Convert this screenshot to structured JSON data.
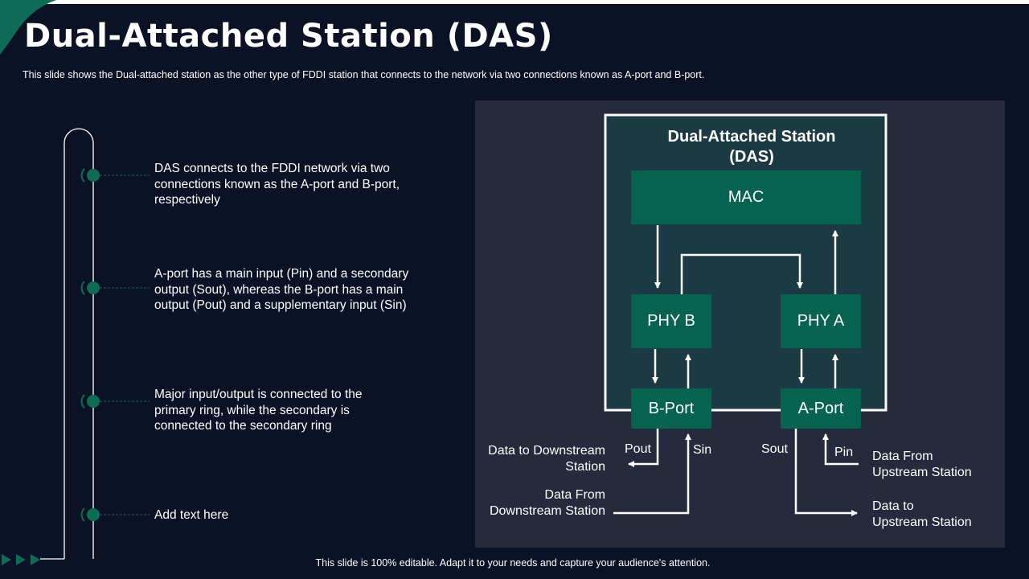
{
  "slide": {
    "title": "Dual-Attached Station (DAS)",
    "subtitle": "This slide shows the Dual-attached station as the other type of FDDI station that connects to the network via two connections known as A-port and B-port.",
    "footer": "This slide is 100% editable. Adapt it to your needs and capture your audience's attention."
  },
  "points": [
    {
      "text": "DAS connects to the FDDI network via two connections known as the A-port and B-port, respectively"
    },
    {
      "text": "A-port has a main input (Pin) and a secondary output (Sout), whereas the B-port has a main output (Pout) and a supplementary input (Sin)"
    },
    {
      "text": "Major input/output  is connected to the primary ring, while the secondary is connected to the secondary ring"
    },
    {
      "text": "Add text here"
    }
  ],
  "diagram": {
    "title_line1": "Dual-Attached Station",
    "title_line2": "(DAS)",
    "mac": "MAC",
    "phy_b": "PHY B",
    "phy_a": "PHY A",
    "b_port": "B-Port",
    "a_port": "A-Port",
    "pout": "Pout",
    "sin": "Sin",
    "sout": "Sout",
    "pin": "Pin",
    "data_to_downstream_1": "Data to Downstream",
    "data_to_downstream_2": "Station",
    "data_from_downstream_1": "Data From",
    "data_from_downstream_2": "Downstream Station",
    "data_from_upstream_1": "Data From",
    "data_from_upstream_2": "Upstream Station",
    "data_to_upstream_1": "Data to",
    "data_to_upstream_2": "Upstream Station"
  },
  "colors": {
    "background": "#0b1226",
    "panel": "#252b3d",
    "station_fill": "#1b3a44",
    "box_green": "#05634f",
    "accent_green": "#0e6b55"
  }
}
